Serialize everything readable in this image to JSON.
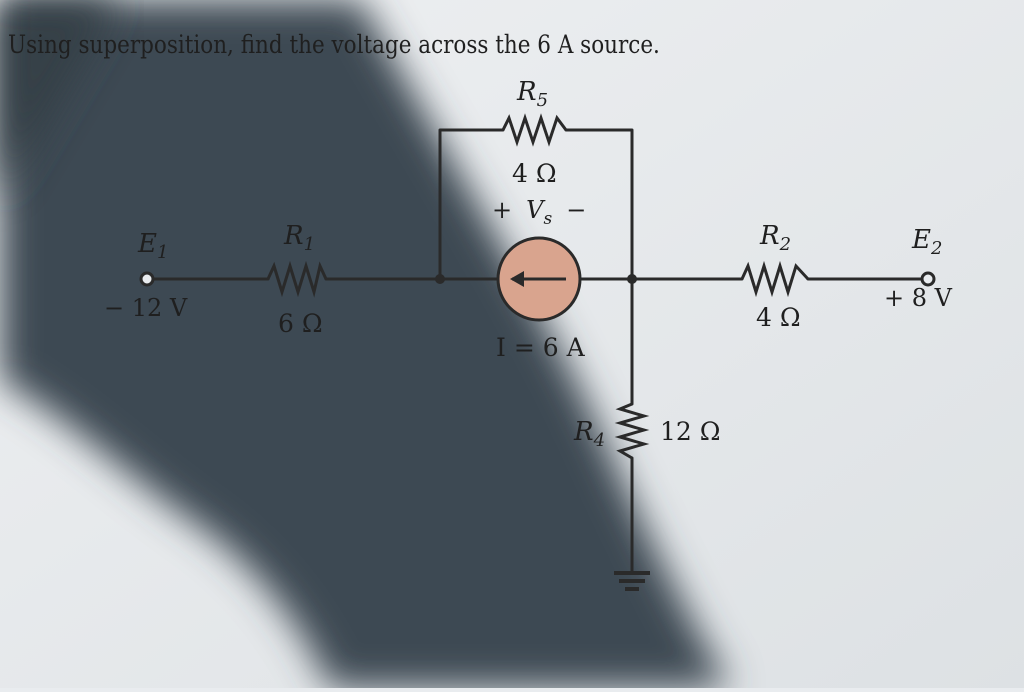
{
  "question": "Using superposition, find the voltage across the 6 A source.",
  "components": {
    "r5": {
      "name": "R",
      "sub": "5",
      "value": "4 Ω"
    },
    "r1": {
      "name": "R",
      "sub": "1",
      "value": "6 Ω"
    },
    "r2": {
      "name": "R",
      "sub": "2",
      "value": "4 Ω"
    },
    "r4": {
      "name": "R",
      "sub": "4",
      "value": "12 Ω"
    },
    "e1": {
      "name": "E",
      "sub": "1",
      "value": "− 12 V"
    },
    "e2": {
      "name": "E",
      "sub": "2",
      "value": "+ 8 V"
    },
    "source": {
      "label": "I = 6 A",
      "vs_plus": "+",
      "vs_name": "V",
      "vs_sub": "s",
      "vs_minus": "−"
    }
  },
  "colors": {
    "paper": "#e9ecef",
    "shadow": "#3d4a52",
    "ink": "#1f1f1f",
    "source_fill": "#d9a48e"
  }
}
